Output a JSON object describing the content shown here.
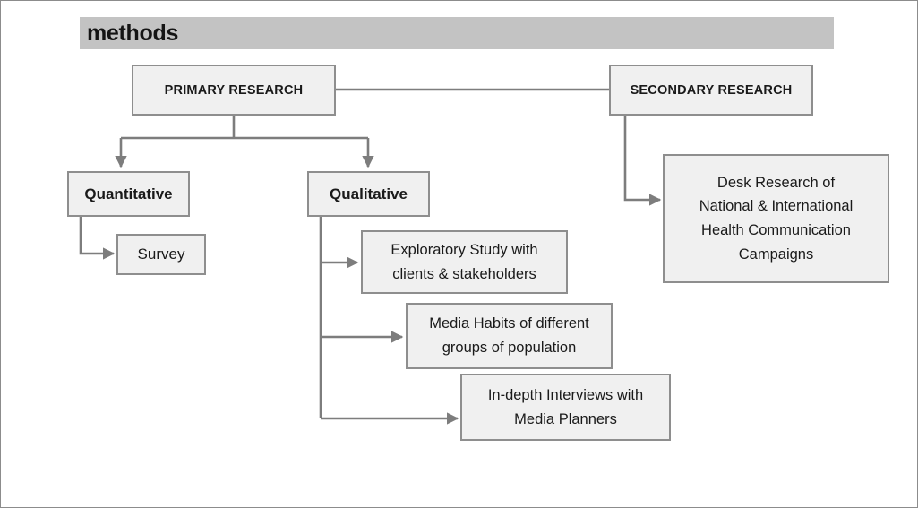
{
  "header": {
    "title": "methods",
    "bar_color": "#c3c3c3"
  },
  "theme": {
    "box_fill": "#f0f0f0",
    "box_border": "#8e8e8e",
    "connector": "#7d7d7d",
    "text": "#1a1a1a",
    "page_border": "#8c8c8c",
    "background": "#ffffff"
  },
  "nodes": {
    "primary_research": {
      "label": "PRIMARY RESEARCH"
    },
    "secondary_research": {
      "label": "SECONDARY RESEARCH"
    },
    "quantitative": {
      "label": "Quantitative"
    },
    "qualitative": {
      "label": "Qualitative"
    },
    "survey": {
      "label": "Survey"
    },
    "exploratory_study": {
      "label": "Exploratory Study with\nclients & stakeholders"
    },
    "media_habits": {
      "label": "Media Habits of different\ngroups of population"
    },
    "in_depth_interviews": {
      "label": "In-depth Interviews with\nMedia Planners"
    },
    "desk_research": {
      "label": "Desk Research of\nNational & International\nHealth Communication\nCampaigns"
    }
  },
  "connectors": [
    {
      "name": "primary-to-secondary",
      "from": "primary_research",
      "to": "secondary_research",
      "arrowhead": false
    },
    {
      "name": "primary-to-quantitative",
      "from": "primary_research",
      "to": "quantitative",
      "arrowhead": true
    },
    {
      "name": "primary-to-qualitative",
      "from": "primary_research",
      "to": "qualitative",
      "arrowhead": true
    },
    {
      "name": "quantitative-to-survey",
      "from": "quantitative",
      "to": "survey",
      "arrowhead": true
    },
    {
      "name": "qualitative-to-exploratory-study",
      "from": "qualitative",
      "to": "exploratory_study",
      "arrowhead": true
    },
    {
      "name": "qualitative-to-media-habits",
      "from": "qualitative",
      "to": "media_habits",
      "arrowhead": true
    },
    {
      "name": "qualitative-to-in-depth-interviews",
      "from": "qualitative",
      "to": "in_depth_interviews",
      "arrowhead": true
    },
    {
      "name": "secondary-to-desk-research",
      "from": "secondary_research",
      "to": "desk_research",
      "arrowhead": true
    }
  ]
}
